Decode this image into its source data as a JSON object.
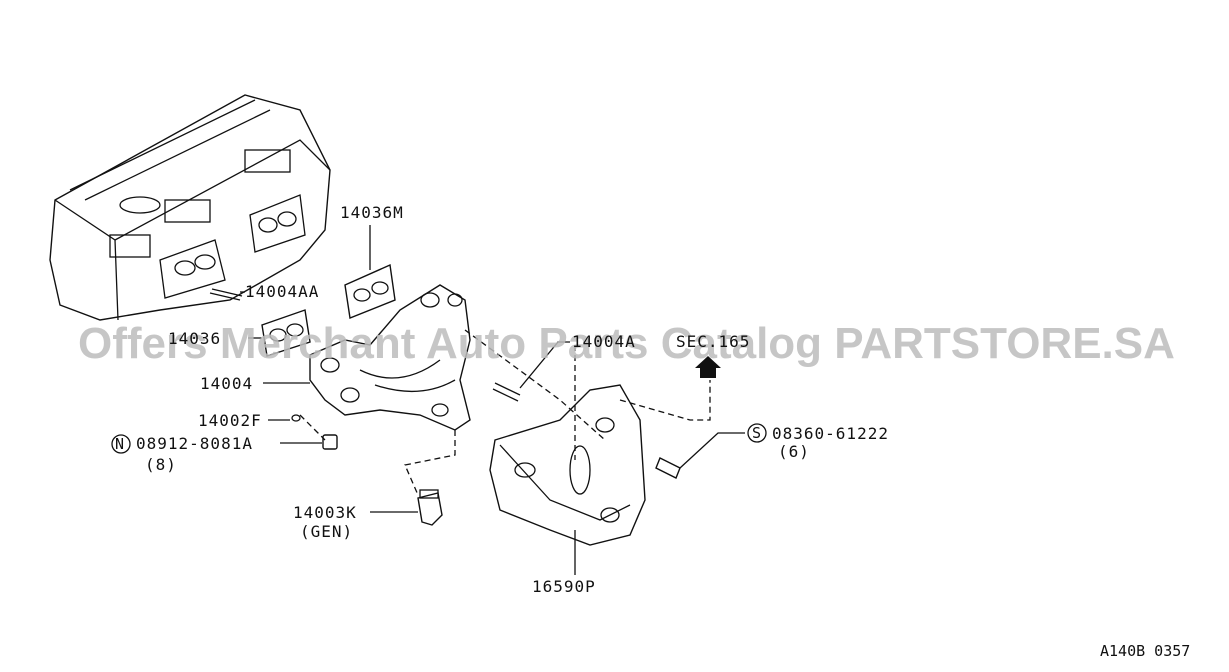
{
  "diagram": {
    "labels": {
      "p14036m": "14036M",
      "p14004aa": "14004AA",
      "p14036": "14036",
      "p14004": "14004",
      "p14002f": "14002F",
      "p08912": "08912-8081A",
      "p08912_qty": "(8)",
      "p14003k": "14003K",
      "p14003k_note": "(GEN)",
      "p14004a": "14004A",
      "sec": "SEC.165",
      "p08360": "08360-61222",
      "p08360_qty": "(6)",
      "p16590p": "16590P",
      "symbol_n": "N",
      "symbol_s": "S"
    },
    "watermark": "Offers Merchant Auto Parts Catalog PARTSTORE.SA",
    "figure_code": "A140B 0357"
  }
}
